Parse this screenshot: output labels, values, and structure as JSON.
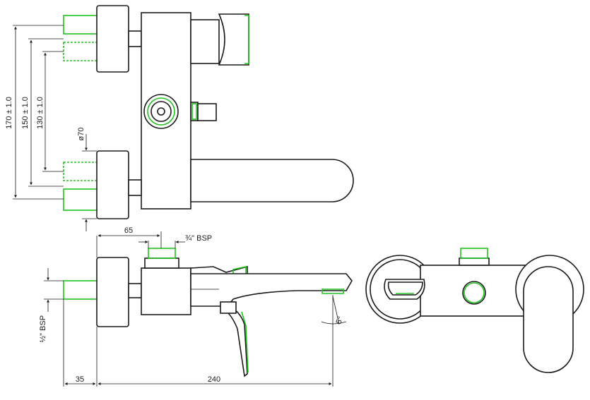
{
  "dimensions": {
    "height_170": "170 ± 1.0",
    "height_150": "150 ± 1.0",
    "height_130": "130 ± 1.0",
    "dia_70": "ø70",
    "depth_65": "65",
    "bsp_outlet": "¾\" BSP",
    "bsp_inlet": "½\" BSP",
    "length_35": "35",
    "length_240": "240",
    "angle_5": "5°"
  },
  "colors": {
    "line": "#1a1a1a",
    "highlight": "#22c21e"
  }
}
